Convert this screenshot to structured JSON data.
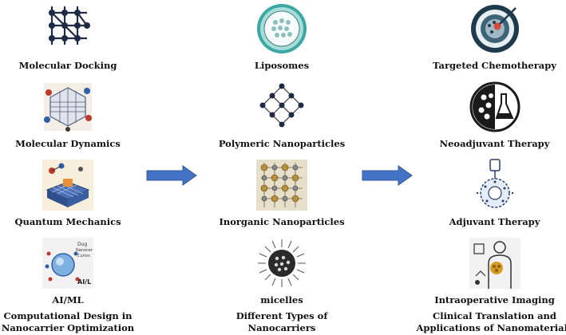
{
  "columns": {
    "computational": {
      "items": [
        {
          "label": "Molecular Docking",
          "icon": "lattice-graph-icon"
        },
        {
          "label": "Molecular Dynamics",
          "icon": "molecular-network-icon"
        },
        {
          "label": "Quantum Mechanics",
          "icon": "quantum-grid-icon"
        },
        {
          "label": "AI/ML",
          "icon": "ai-molecule-icon",
          "icon_text": [
            "Dug",
            "Nanocer",
            "Curivs",
            "AI/L"
          ]
        }
      ],
      "caption_line1": "Computational Design in",
      "caption_line2": "Nanocarrier Optimization"
    },
    "nanocarriers": {
      "items": [
        {
          "label": "Liposomes",
          "icon": "liposome-icon"
        },
        {
          "label": "Polymeric Nanoparticles",
          "icon": "polymer-network-icon"
        },
        {
          "label": "Inorganic Nanoparticles",
          "icon": "inorganic-lattice-icon"
        },
        {
          "label": "micelles",
          "icon": "micelle-icon"
        }
      ],
      "caption_line1": "Different Types of",
      "caption_line2": "Nanocarriers"
    },
    "applications": {
      "items": [
        {
          "label": "Targeted Chemotherapy",
          "icon": "target-cell-icon"
        },
        {
          "label": "Neoadjuvant Therapy",
          "icon": "cell-flask-icon"
        },
        {
          "label": "Adjuvant Therapy",
          "icon": "drip-cell-icon"
        },
        {
          "label": "Intraoperative Imaging",
          "icon": "imaging-figure-icon"
        }
      ],
      "caption_line1": "Clinical Translation and",
      "caption_line2": "Applications of Nanomaterials"
    }
  },
  "colors": {
    "arrow": "#4472c4",
    "arrow_stroke": "#2f5597",
    "text": "#111111"
  }
}
